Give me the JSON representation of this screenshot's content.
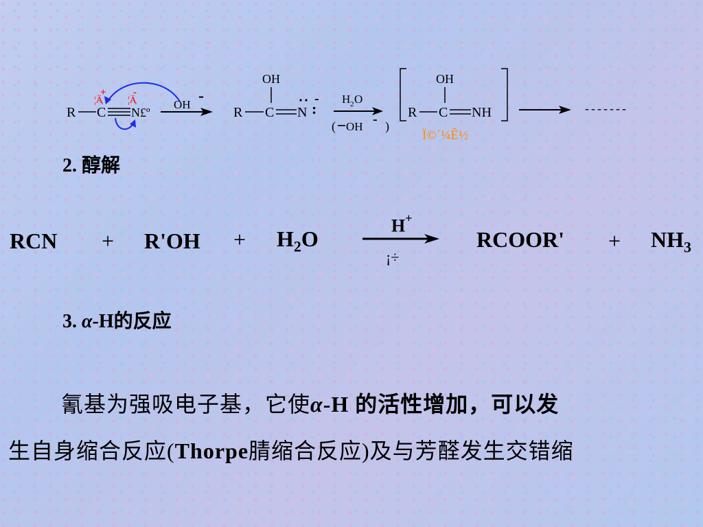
{
  "mechanism": {
    "r1": "R",
    "c1": "C",
    "n1": "N£º",
    "partial_pos": "¦Ä",
    "plus_sign": "+",
    "partial_neg": "¦Ä",
    "minus_sign": "-",
    "oh_reagent": "OH",
    "oh_charge": "-",
    "oh_top": "OH",
    "r2": "R",
    "c2": "C",
    "n2": "N",
    "dots": ":",
    "n2_charge": "-",
    "arrow_top": "H2O",
    "arrow_bottom_open": "(",
    "arrow_bottom_oh": "OH",
    "arrow_bottom_charge": "-",
    "arrow_bottom_close": ")",
    "oh_bracket": "OH",
    "r3": "R",
    "c3": "C",
    "nh": "NH",
    "bracket_label": "Ï©´¼Ê½",
    "continuation": "-------",
    "colors": {
      "red": "#ff0000",
      "blue": "#1a2ee6",
      "orange": "#ff8c00"
    }
  },
  "section2": {
    "heading": "2. 醇解"
  },
  "equation": {
    "reactant1": "RCN",
    "plus1": "+",
    "reactant2": "R'OH",
    "plus2": "+",
    "water": "H2O",
    "catalyst": "H+",
    "arrow_below": "¡÷",
    "product1": "RCOOR'",
    "plus3": "+",
    "product2": "NH3"
  },
  "section3": {
    "number": "3. ",
    "alpha": "α",
    "rest": "-H的反应"
  },
  "paragraph": {
    "line1_a": "氰基为强吸电子基，它使",
    "line1_alpha": "α",
    "line1_b": "-H 的活性增加，可以发",
    "line2_a": "生自身缩合反应(",
    "line2_bold": "Thorpe",
    "line2_b": "腈缩合反应)及与芳醛发生交错缩"
  }
}
